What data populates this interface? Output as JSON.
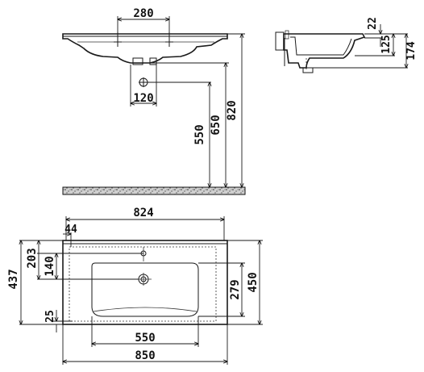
{
  "diagram": {
    "front_view": {
      "tap_hole_spacing": "280",
      "waste_offset": "120",
      "waste_height": "550",
      "trap_height": "650",
      "total_height": "820"
    },
    "side_view": {
      "rim_thickness": "22",
      "bowl_depth": "125",
      "total_depth": "174"
    },
    "top_view": {
      "inner_width": "824",
      "edge_offset": "44",
      "tap_to_back": "203",
      "waste_to_back": "140",
      "total_depth": "437",
      "front_edge": "25",
      "basin_depth": "279",
      "overall_depth": "450",
      "basin_width": "550",
      "overall_width": "850"
    }
  }
}
